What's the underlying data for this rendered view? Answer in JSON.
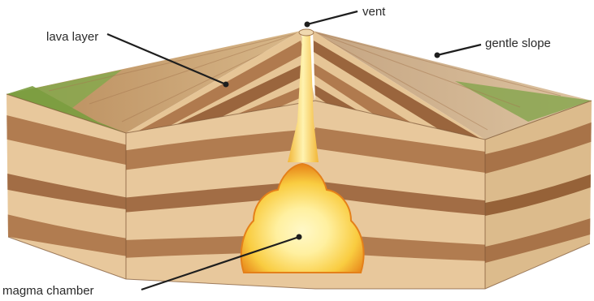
{
  "labels": {
    "vent": "vent",
    "lava_layer": "lava layer",
    "gentle_slope": "gentle slope",
    "magma_chamber": "magma chamber"
  },
  "colors": {
    "sand": "#e7c79a",
    "brown_band": "#b07a4e",
    "dark_band": "#8c5a37",
    "grass": "#7fa347",
    "magma_glow": "#fff3a0",
    "magma_core": "#fbd24a",
    "magma_edge": "#e68a1c",
    "leader_line": "#1e1e1e"
  }
}
